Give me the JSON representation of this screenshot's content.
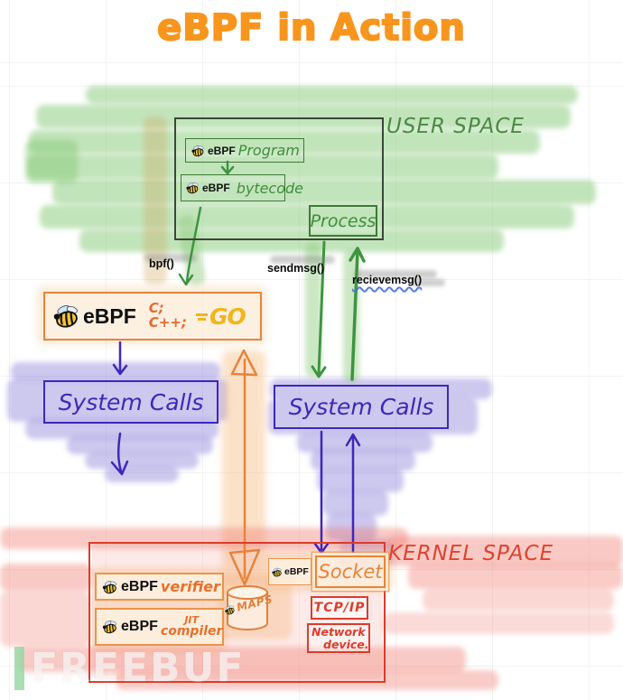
{
  "title": "eBPF in Action",
  "user_space": {
    "label": "USER SPACE",
    "program": {
      "logo": "eBPF",
      "label": "Program"
    },
    "bytecode": {
      "logo": "eBPF",
      "label": "bytecode"
    },
    "process": {
      "label": "Process"
    }
  },
  "syscall_labels": {
    "bpf": "bpf()",
    "sendmsg": "sendmsg()",
    "recievemsg": "recievemsg()"
  },
  "loader": {
    "logo": "eBPF",
    "lang_c": "C;",
    "lang_cpp": "C++;",
    "go": "GO"
  },
  "system_calls_left": {
    "label": "System Calls"
  },
  "system_calls_right": {
    "label": "System Calls"
  },
  "kernel_space": {
    "label": "KERNEL SPACE",
    "verifier": {
      "logo": "eBPF",
      "label": "verifier"
    },
    "jit": {
      "logo": "eBPF",
      "line1": "JIT",
      "line2": "compiler"
    },
    "maps": {
      "label": "MAPS"
    },
    "socket": {
      "logo": "eBPF",
      "label": "Socket"
    },
    "tcpip": {
      "label": "TCP/IP"
    },
    "network_device": {
      "line1": "Network",
      "line2": "device."
    }
  },
  "watermark": "FREEBUF",
  "colors": {
    "title_orange": "#F8951D",
    "green_ink": "#3f8f3c",
    "green_highlight": "#80C770",
    "purple_ink": "#4127b8",
    "purple_highlight": "#857CD6",
    "orange_ink": "#E8833A",
    "red_ink": "#DD3B2A",
    "red_highlight": "#F07A6E",
    "go_gold": "#F1B51C"
  }
}
